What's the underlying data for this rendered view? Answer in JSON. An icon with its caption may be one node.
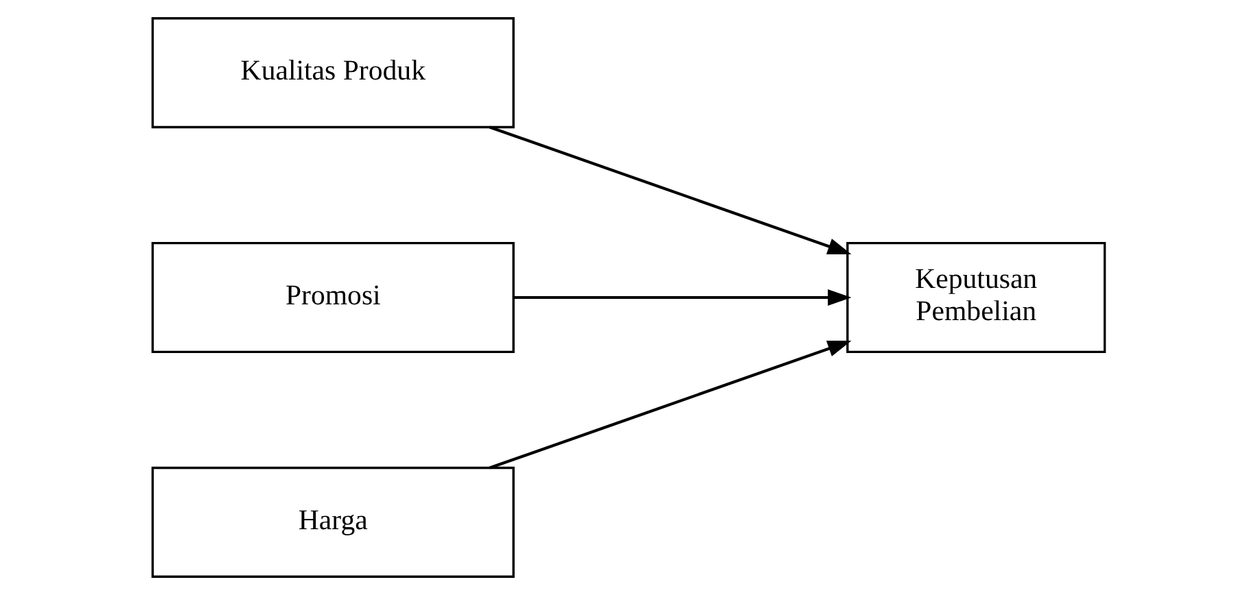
{
  "diagram": {
    "nodes": [
      {
        "text": [
          "Kualitas Produk"
        ]
      },
      {
        "text": [
          "Promosi"
        ]
      },
      {
        "text": [
          "Harga"
        ]
      },
      {
        "text": [
          "Keputusan Pembelian"
        ]
      }
    ],
    "edges": [
      {
        "from": 0,
        "to": 3,
        "arrow": "to"
      },
      {
        "from": 1,
        "to": 3,
        "arrow": "to"
      },
      {
        "from": 2,
        "to": 3,
        "arrow": "to"
      }
    ]
  }
}
